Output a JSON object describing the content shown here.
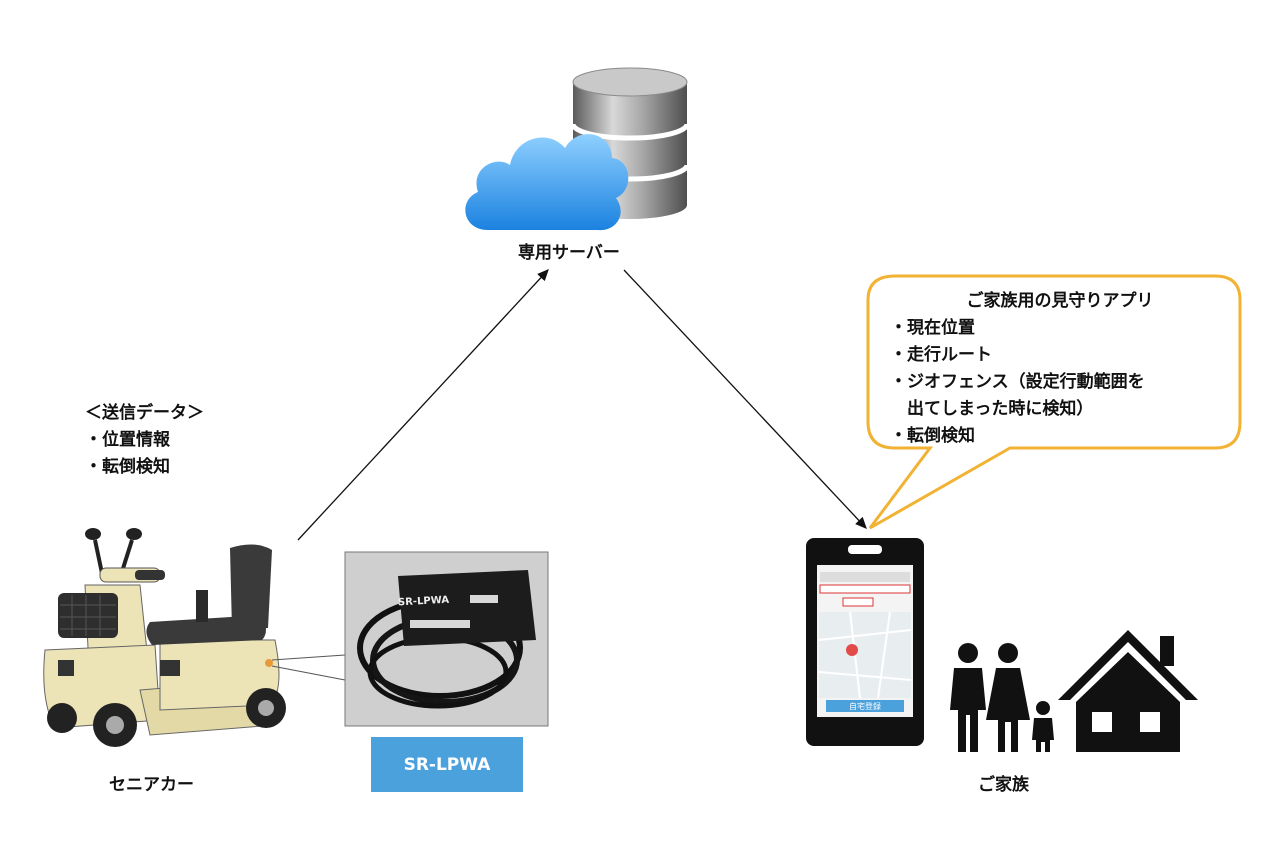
{
  "server": {
    "label": "専用サーバー"
  },
  "send_data": {
    "heading": "＜送信データ＞",
    "items": [
      "・位置情報",
      "・転倒検知"
    ]
  },
  "app_bubble": {
    "title": "ご家族用の見守りアプリ",
    "items": [
      "・現在位置",
      "・走行ルート",
      "・ジオフェンス（設定行動範囲を",
      "　出てしまった時に検知）",
      "・転倒検知"
    ]
  },
  "device": {
    "badge": "SR-LPWA",
    "case_label": "SR-LPWA"
  },
  "senior_car": {
    "label": "セニアカー"
  },
  "family": {
    "label": "ご家族"
  },
  "phone_app": {
    "button_label": "自宅登録"
  },
  "colors": {
    "bubble_border": "#f2b233",
    "badge_bg": "#4aa1dc",
    "cloud": "#3fa0ea",
    "scooter_body": "#ece3b6"
  }
}
